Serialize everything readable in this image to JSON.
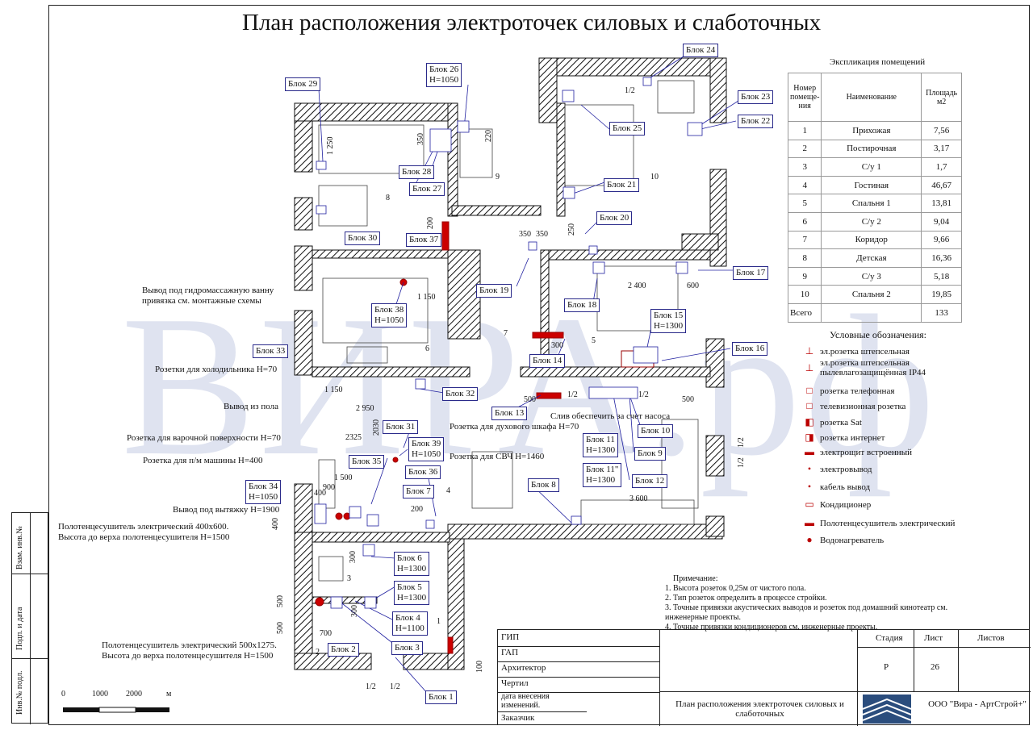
{
  "title": "План расположения электроточек силовых и слаботочных",
  "watermark": "ВИРА.рф",
  "explication": {
    "title": "Экспликация помещений",
    "headers": [
      "Номер помеще-ния",
      "Наименование",
      "Площадь м2"
    ],
    "rows": [
      [
        "1",
        "Прихожая",
        "7,56"
      ],
      [
        "2",
        "Постирочная",
        "3,17"
      ],
      [
        "3",
        "С/у 1",
        "1,7"
      ],
      [
        "4",
        "Гостиная",
        "46,67"
      ],
      [
        "5",
        "Спальня 1",
        "13,81"
      ],
      [
        "6",
        "С/у 2",
        "9,04"
      ],
      [
        "7",
        "Коридор",
        "9,66"
      ],
      [
        "8",
        "Детская",
        "16,36"
      ],
      [
        "9",
        "С/у 3",
        "5,18"
      ],
      [
        "10",
        "Спальня 2",
        "19,85"
      ]
    ],
    "total_label": "Всего",
    "total_value": "133"
  },
  "legend": {
    "title": "Условные обозначения:",
    "items": [
      {
        "symbol": "⊥",
        "label": "эл.розетка штепсельная"
      },
      {
        "symbol": "⊥",
        "label": "эл.розетка штепсельная пылевлагозащищённая IP44"
      },
      {
        "symbol": "□",
        "label": "розетка  телефонная"
      },
      {
        "symbol": "□",
        "label": "телевизионная розетка"
      },
      {
        "symbol": "◧",
        "label": "розетка Sat"
      },
      {
        "symbol": "◨",
        "label": "розетка интернет"
      },
      {
        "symbol": "▬",
        "label": "электрощит встроенный"
      },
      {
        "symbol": "•",
        "label": "электровывод"
      },
      {
        "symbol": "•",
        "label": "кабель вывод"
      },
      {
        "symbol": "▭",
        "label": "Кондиционер"
      },
      {
        "symbol": "▬",
        "label": "Полотенцесушитель электрический"
      },
      {
        "symbol": "●",
        "label": "Водонагреватель"
      }
    ]
  },
  "notes": {
    "title": "Примечание:",
    "lines": [
      "1. Высота розеток 0,25м от чистого пола.",
      "2. Тип розеток определить в процессе стройки.",
      "3. Точные привязки акустических выводов и розеток под домашний кинотеатр см.",
      "инженерные проекты.",
      "4. Точные привязки кондиционеров см. инженерные проекты."
    ]
  },
  "annotations": [
    "Вывод под гидромассажную ванну",
    "привязка см. монтажные схемы",
    "Розетки для холодильника Н=70",
    "Вывод из пола",
    "Розетка для варочной поверхности Н=70",
    "Розетка для п/м машины  Н=400",
    "Вывод под вытяжку Н=1900",
    "Полотенцесушитель электрический  400х600.",
    "Высота до верха полотенцесушителя Н=1500",
    "Полотенцесушитель электрический  500х1275.",
    "Высота до верха полотенцесушителя Н=1500",
    "Розетка для духового шкафа  Н=70",
    "Розетка для СВЧ  Н=1460",
    "Слив обеспечить за счет насоса"
  ],
  "blocks": {
    "b1": "Блок 1",
    "b2": "Блок 2",
    "b3": "Блок 3",
    "b4": "Блок 4",
    "b4h": "Н=1100",
    "b5": "Блок 5",
    "b5h": "Н=1300",
    "b6": "Блок 6",
    "b6h": "Н=1300",
    "b7": "Блок 7",
    "b8": "Блок 8",
    "b9": "Блок 9",
    "b10": "Блок 10",
    "b11": "Блок 11",
    "b11h": "Н=1300",
    "b11b": "Блок 11\"",
    "b11bh": "Н=1300",
    "b12": "Блок 12",
    "b13": "Блок 13",
    "b14": "Блок 14",
    "b15": "Блок 15",
    "b15h": "Н=1300",
    "b16": "Блок 16",
    "b17": "Блок 17",
    "b18": "Блок 18",
    "b19": "Блок 19",
    "b20": "Блок 20",
    "b21": "Блок 21",
    "b22": "Блок 22",
    "b23": "Блок 23",
    "b24": "Блок 24",
    "b25": "Блок 25",
    "b26": "Блок 26",
    "b26h": "Н=1050",
    "b27": "Блок 27",
    "b28": "Блок 28",
    "b29": "Блок 29",
    "b30": "Блок 30",
    "b31": "Блок 31",
    "b32": "Блок 32",
    "b33": "Блок 33",
    "b34": "Блок 34",
    "b34h": "Н=1050",
    "b35": "Блок 35",
    "b36": "Блок 36",
    "b37": "Блок 37",
    "b38": "Блок 38",
    "b38h": "Н=1050",
    "b39": "Блок 39",
    "b39h": "Н=1050"
  },
  "dims": [
    "1 250",
    "350",
    "220",
    "200",
    "350",
    "350",
    "250",
    "2 400",
    "600",
    "1 150",
    "1 150",
    "2 950",
    "2030",
    "2325",
    "1 500",
    "900",
    "400",
    "400",
    "300",
    "500",
    "200",
    "3 600",
    "500",
    "300",
    "300",
    "500",
    "500",
    "700",
    "100",
    "1/2",
    "1/2",
    "1/2",
    "1/2",
    "1/2",
    "1/2",
    "1/2"
  ],
  "room_numbers": [
    "8",
    "9",
    "10",
    "6",
    "5",
    "7",
    "4",
    "1",
    "2",
    "3"
  ],
  "stamp": {
    "rows": [
      "ГИП",
      "ГАП",
      "Архитектор",
      "Чертил",
      "дата  внесения изменений.",
      "Заказчик"
    ],
    "stage_label": "Стадия",
    "sheet_label": "Лист",
    "sheets_label": "Листов",
    "stage_value": "Р",
    "sheet_value": "26",
    "drawing_title": "План расположения электроточек силовых и слаботочных",
    "company": "ООО \"Вира - АртСтрой+\""
  },
  "sidebar": [
    "Взам. инв.№",
    "Подп. и дата",
    "Инв.№ подл."
  ],
  "scale": {
    "ticks": [
      "0",
      "1000",
      "2000"
    ],
    "unit": "м"
  }
}
